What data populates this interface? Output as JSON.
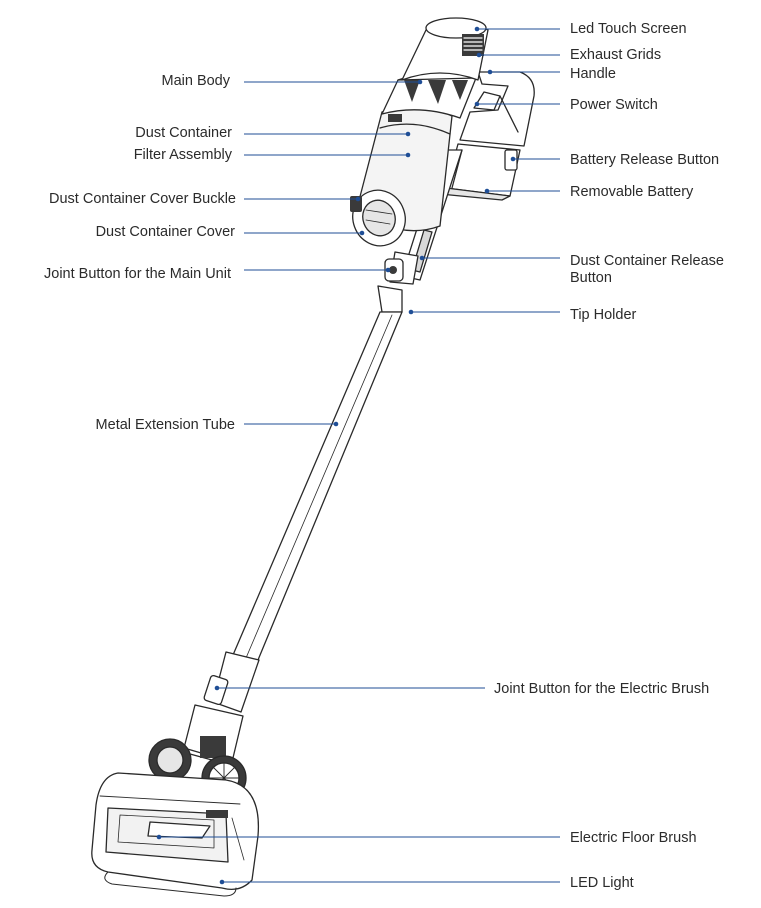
{
  "labels": {
    "led_touch_screen": "Led Touch Screen",
    "exhaust_grids": "Exhaust Grids",
    "handle": "Handle",
    "power_switch": "Power Switch",
    "main_body": "Main Body",
    "dust_container": "Dust Container",
    "filter_assembly": "Filter Assembly",
    "battery_release_button": "Battery Release Button",
    "removable_battery": "Removable Battery",
    "dust_container_cover_buckle": "Dust Container Cover Buckle",
    "dust_container_cover": "Dust Container Cover",
    "dust_container_release_button": "Dust Container Release Button",
    "joint_button_main_unit": "Joint Button for the Main Unit",
    "tip_holder": "Tip Holder",
    "metal_extension_tube": "Metal Extension Tube",
    "joint_button_electric_brush": "Joint Button for the Electric Brush",
    "electric_floor_brush": "Electric Floor Brush",
    "led_light": "LED Light"
  },
  "colors": {
    "leader_line": "#1f4e96",
    "outline": "#2a2a2a",
    "fill_light": "#f2f2f2",
    "fill_mid": "#d9d9d9",
    "fill_dark": "#3a3a3a"
  }
}
